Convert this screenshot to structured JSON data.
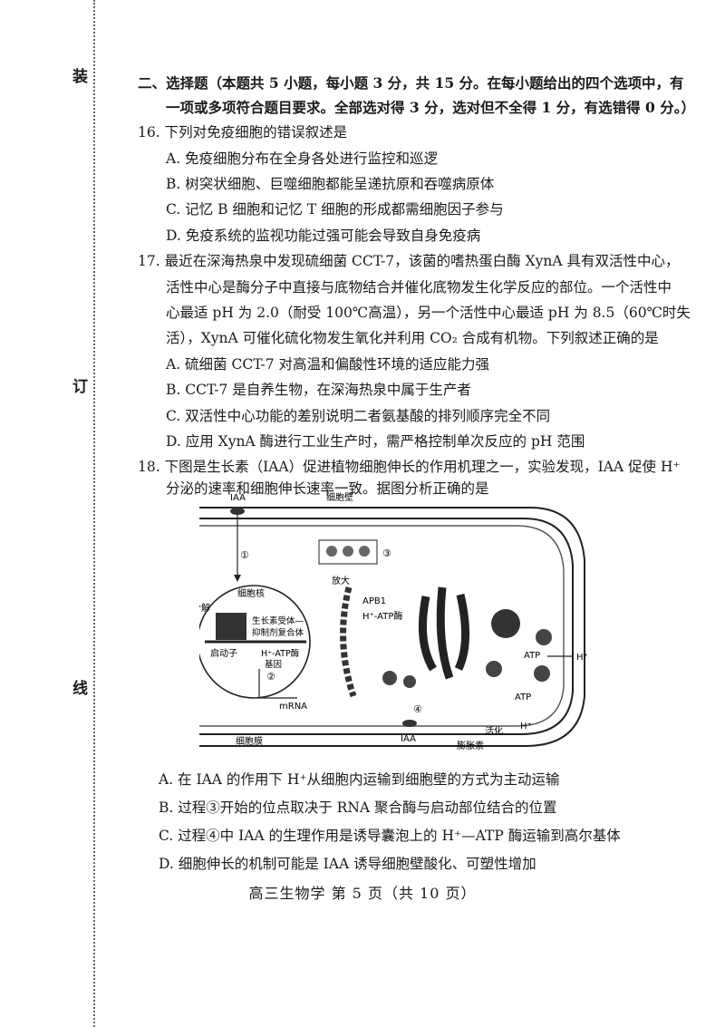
{
  "binding": {
    "chars": [
      "装",
      "订",
      "线"
    ]
  },
  "section": {
    "line1": "二、选择题（本题共 5 小题，每小题 3 分，共 15 分。在每小题给出的四个选项中，有",
    "line2": "一项或多项符合题目要求。全部选对得 3 分，选对但不全得 1 分，有选错得 0 分。）"
  },
  "q16": {
    "stem": "16.  下列对免疫细胞的错误叙述是",
    "options": [
      "A.  免疫细胞分布在全身各处进行监控和巡逻",
      "B.  树突状细胞、巨噬细胞都能呈递抗原和吞噬病原体",
      "C.  记忆 B 细胞和记忆 T 细胞的形成都需细胞因子参与",
      "D.  免疫系统的监视功能过强可能会导致自身免疫病"
    ]
  },
  "q17": {
    "stem_lines": [
      "17.  最近在深海热泉中发现硫细菌 CCT-7，该菌的嗜热蛋白酶 XynA 具有双活性中心，",
      "活性中心是酶分子中直接与底物结合并催化底物发生化学反应的部位。一个活性中",
      "心最适 pH 为 2.0（耐受 100℃高温），另一个活性中心最适 pH 为 8.5（60℃时失",
      "活），XynA 可催化硫化物发生氧化并利用 CO₂ 合成有机物。下列叙述正确的是"
    ],
    "options": [
      "A.  硫细菌 CCT-7 对高温和偏酸性环境的适应能力强",
      "B.  CCT-7 是自养生物，在深海热泉中属于生产者",
      "C.  双活性中心功能的差别说明二者氨基酸的排列顺序完全不同",
      "D.  应用 XynA 酶进行工业生产时，需严格控制单次反应的 pH 范围"
    ]
  },
  "q18": {
    "stem_lines": [
      "18.  下图是生长素（IAA）促进植物细胞伸长的作用机理之一，实验发现，IAA 促使 H⁺",
      "分泌的速率和细胞伸长速率一致。据图分析正确的是"
    ],
    "options": [
      "A.  在 IAA 的作用下 H⁺从细胞内运输到细胞壁的方式为主动运输",
      "B.  过程③开始的位点取决于 RNA 聚合酶与启动部位结合的位置",
      "C.  过程④中 IAA 的生理作用是诱导囊泡上的 H⁺—ATP 酶运输到高尔基体",
      "D.  细胞伸长的机制可能是 IAA 诱导细胞壁酸化、可塑性增加"
    ]
  },
  "diagram": {
    "iaa_top": "IAA",
    "cell_wall": "细胞壁",
    "step1": "①",
    "step2": "②",
    "step3": "③",
    "step4": "④",
    "amplify": "放大",
    "nucleus": "细胞核",
    "decompose": "分解",
    "receptor_line1": "生长素受体—",
    "receptor_line2": "抑制剂复合体",
    "promoter": "启动子",
    "gene_line1": "H⁺-ATP酶",
    "gene_line2": "基因",
    "mrna": "mRNA",
    "apb1": "APB1",
    "atpase": "H⁺-ATP酶",
    "atp1": "ATP",
    "atp2": "ATP",
    "hplus1": "H⁺",
    "hplus2": "H⁺",
    "membrane": "细胞膜",
    "iaa_bottom": "IAA",
    "expansin": "膨胀素",
    "activate": "活化"
  },
  "footer": "高三生物学    第 5 页（共 10 页）"
}
